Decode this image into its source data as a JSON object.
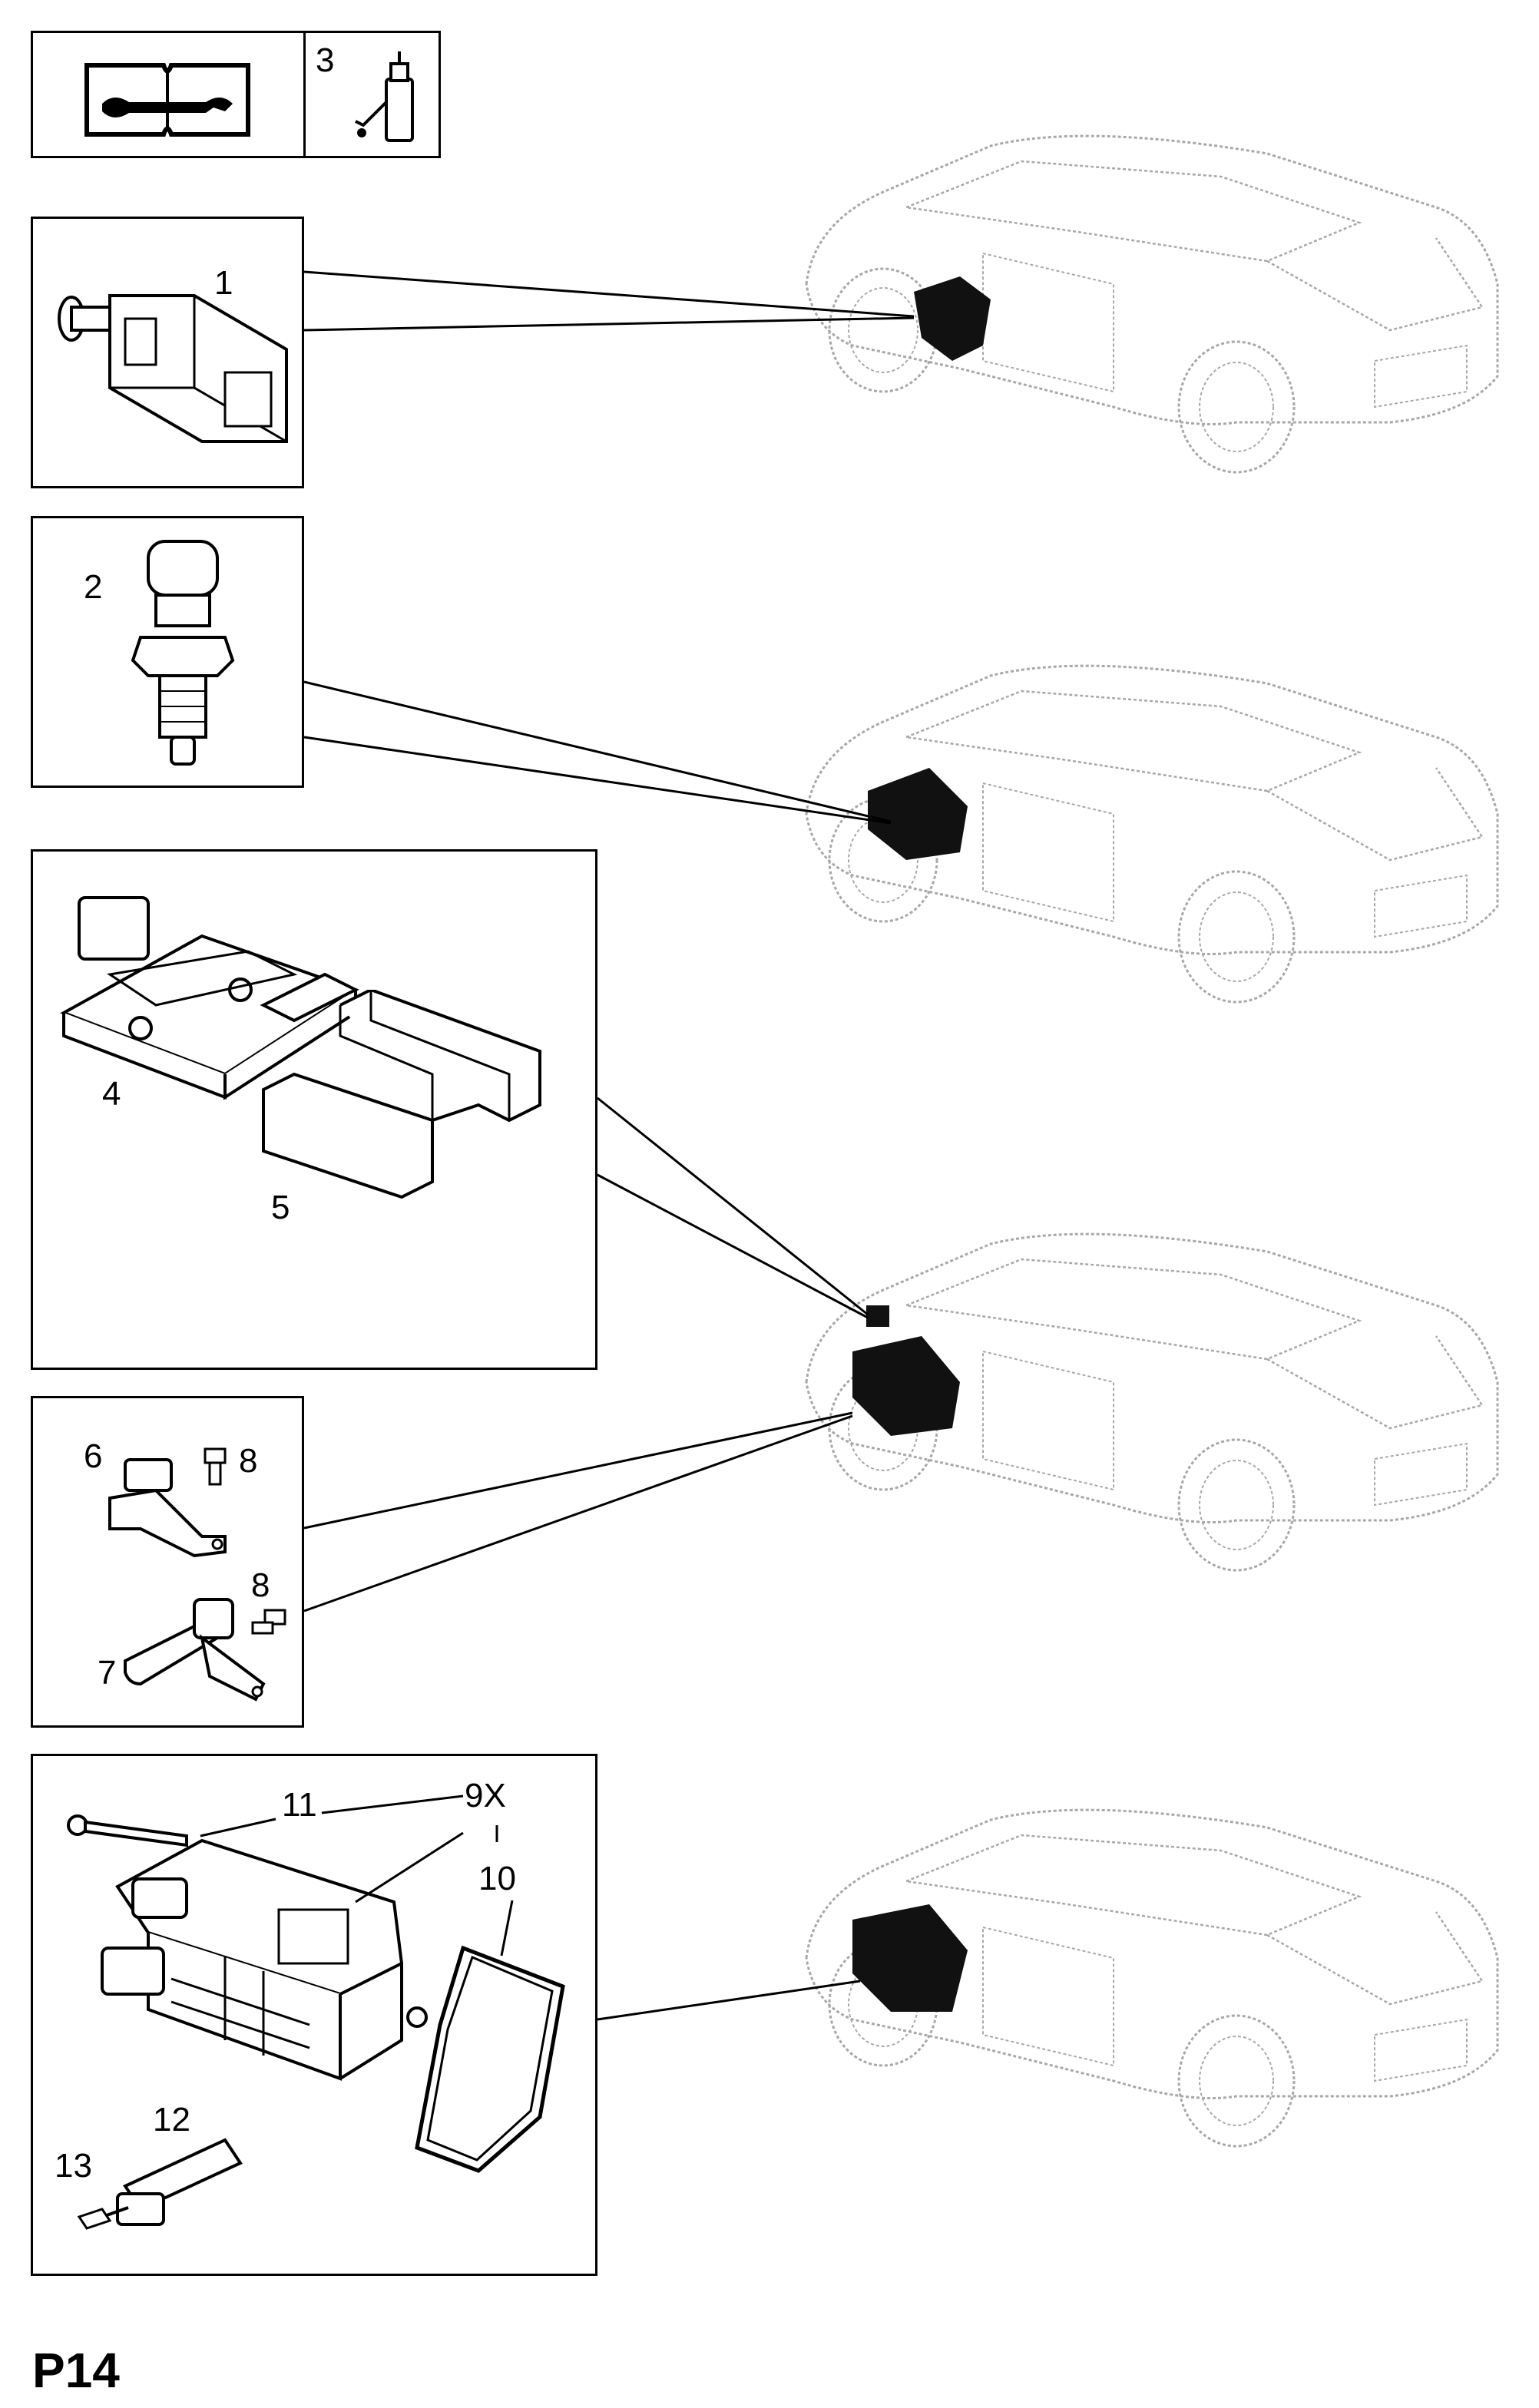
{
  "page": {
    "code": "P14"
  },
  "header": {
    "tool_callout": "3",
    "manual_icon": "manual-wrench-icon",
    "lubricant_icon": "lubricant-bottle-icon"
  },
  "callouts": {
    "c1": "1",
    "c2": "2",
    "c4": "4",
    "c5": "5",
    "c6": "6",
    "c7": "7",
    "c8a": "8",
    "c8b": "8",
    "c9x": "9X",
    "c10": "10",
    "c11": "11",
    "c12": "12",
    "c13": "13"
  },
  "colors": {
    "line": "#000000",
    "car_outline": "#a8a8a8",
    "part_fill": "#111111"
  }
}
